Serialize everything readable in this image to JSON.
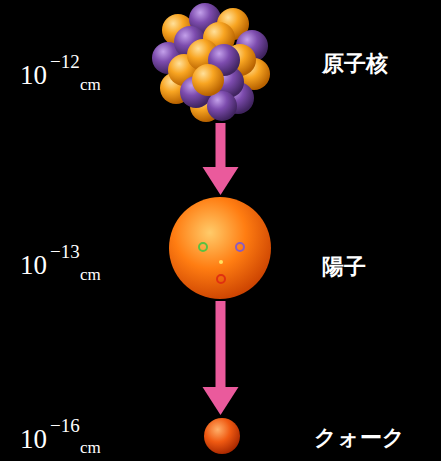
{
  "diagram": {
    "nodes": [
      {
        "text": [
          "10",
          "−12",
          "cm",
          "原子核"
        ]
      },
      {
        "text": [
          "10",
          "−13",
          "cm",
          "陽子"
        ]
      },
      {
        "text": [
          "10",
          "−16",
          "cm",
          "クォーク"
        ]
      }
    ],
    "edges": [
      {
        "from": 0,
        "to": 1,
        "arrow": "to"
      },
      {
        "from": 1,
        "to": 2,
        "arrow": "to"
      }
    ]
  }
}
